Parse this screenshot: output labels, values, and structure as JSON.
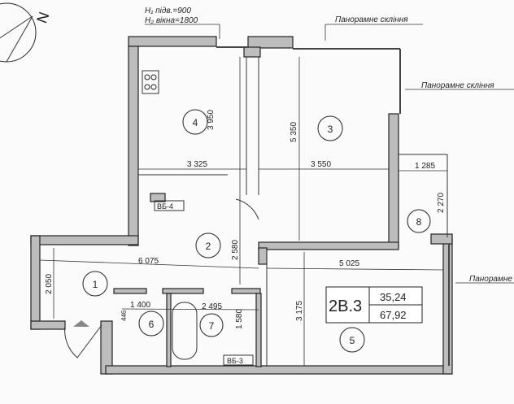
{
  "compass_label": "N",
  "notes": {
    "sill_height": "H₁ підв.=900",
    "window_height": "H₂ вікна=1800",
    "panoramic_top": "Панорамне скління",
    "panoramic_right": "Панорамне скління",
    "panoramic_far_right": "Панорамне"
  },
  "rooms": [
    "1",
    "2",
    "3",
    "4",
    "5",
    "6",
    "7",
    "8"
  ],
  "dimensions": {
    "d3950": "3 950",
    "d3325": "3 325",
    "d5350": "5 350",
    "d3550": "3 550",
    "d1285": "1 285",
    "d2270": "2 270",
    "d2580": "2 580",
    "d6075": "6 075",
    "d5025": "5 025",
    "d2050": "2 050",
    "d1400": "1 400",
    "d2495": "2 495",
    "d1580": "1 580",
    "d3175": "3 175",
    "d446": "446"
  },
  "shafts": {
    "vb4": "ВБ-4",
    "vb3": "ВБ-3"
  },
  "apartment": {
    "code": "2В.3",
    "living_area": "35,24",
    "total_area": "67,92"
  }
}
